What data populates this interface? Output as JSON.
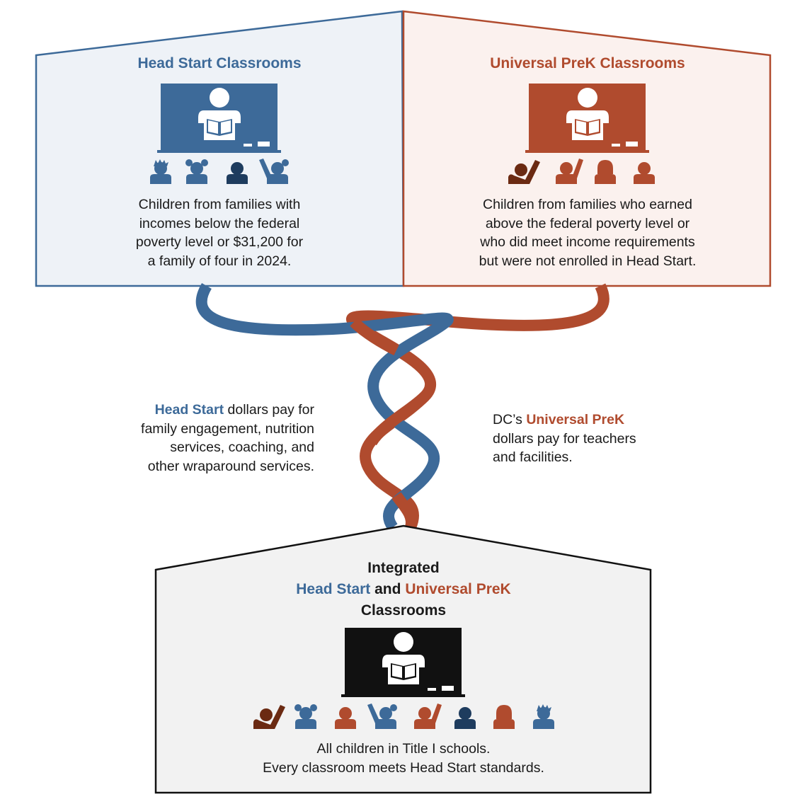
{
  "colors": {
    "blue": "#3d6a99",
    "orange": "#b04b2e",
    "dark_navy": "#1e3c5e",
    "dark_brown": "#6b2a12",
    "light_blue_fill": "#eef2f7",
    "light_orange_fill": "#fbf1ee",
    "gray_fill": "#f2f2f2",
    "black": "#111111"
  },
  "head_start_box": {
    "title": "Head Start Classrooms",
    "description": "Children from families with incomes below the federal poverty level or $31,200 for a family of four in 2024.",
    "lines": [
      "Children from families with",
      "incomes below the federal",
      "poverty level or $31,200 for",
      "a family of four in 2024."
    ],
    "icon": "teacher-reading-at-chalkboard-icon",
    "students": [
      "spiky-hair-child-icon",
      "pigtails-child-icon",
      "child-icon",
      "hand-raised-pigtails-child-icon"
    ]
  },
  "prek_box": {
    "title": "Universal PreK Classrooms",
    "lines": [
      "Children from families who earned",
      "above the federal poverty level or",
      "who did meet income requirements",
      "but were not enrolled in Head Start."
    ],
    "icon": "teacher-reading-at-chalkboard-icon",
    "students": [
      "hand-raised-child-icon",
      "hand-raised-child-icon",
      "long-hair-child-icon",
      "child-icon"
    ]
  },
  "funding": {
    "head_start_highlight": "Head Start",
    "head_start_rest": " dollars pay for",
    "head_start_lines": [
      "family engagement, nutrition",
      "services, coaching, and",
      "other wraparound services."
    ],
    "prek_prefix": "DC’s ",
    "prek_highlight": "Universal PreK",
    "prek_lines": [
      "dollars pay for teachers",
      "and facilities."
    ]
  },
  "integrated_box": {
    "title_line1": "Integrated",
    "title_hs": "Head Start",
    "title_and": " and ",
    "title_prek": "Universal PreK",
    "title_line3": "Classrooms",
    "lines": [
      "All children in Title I schools.",
      "Every classroom meets Head Start standards."
    ],
    "icon": "teacher-reading-at-chalkboard-icon"
  }
}
